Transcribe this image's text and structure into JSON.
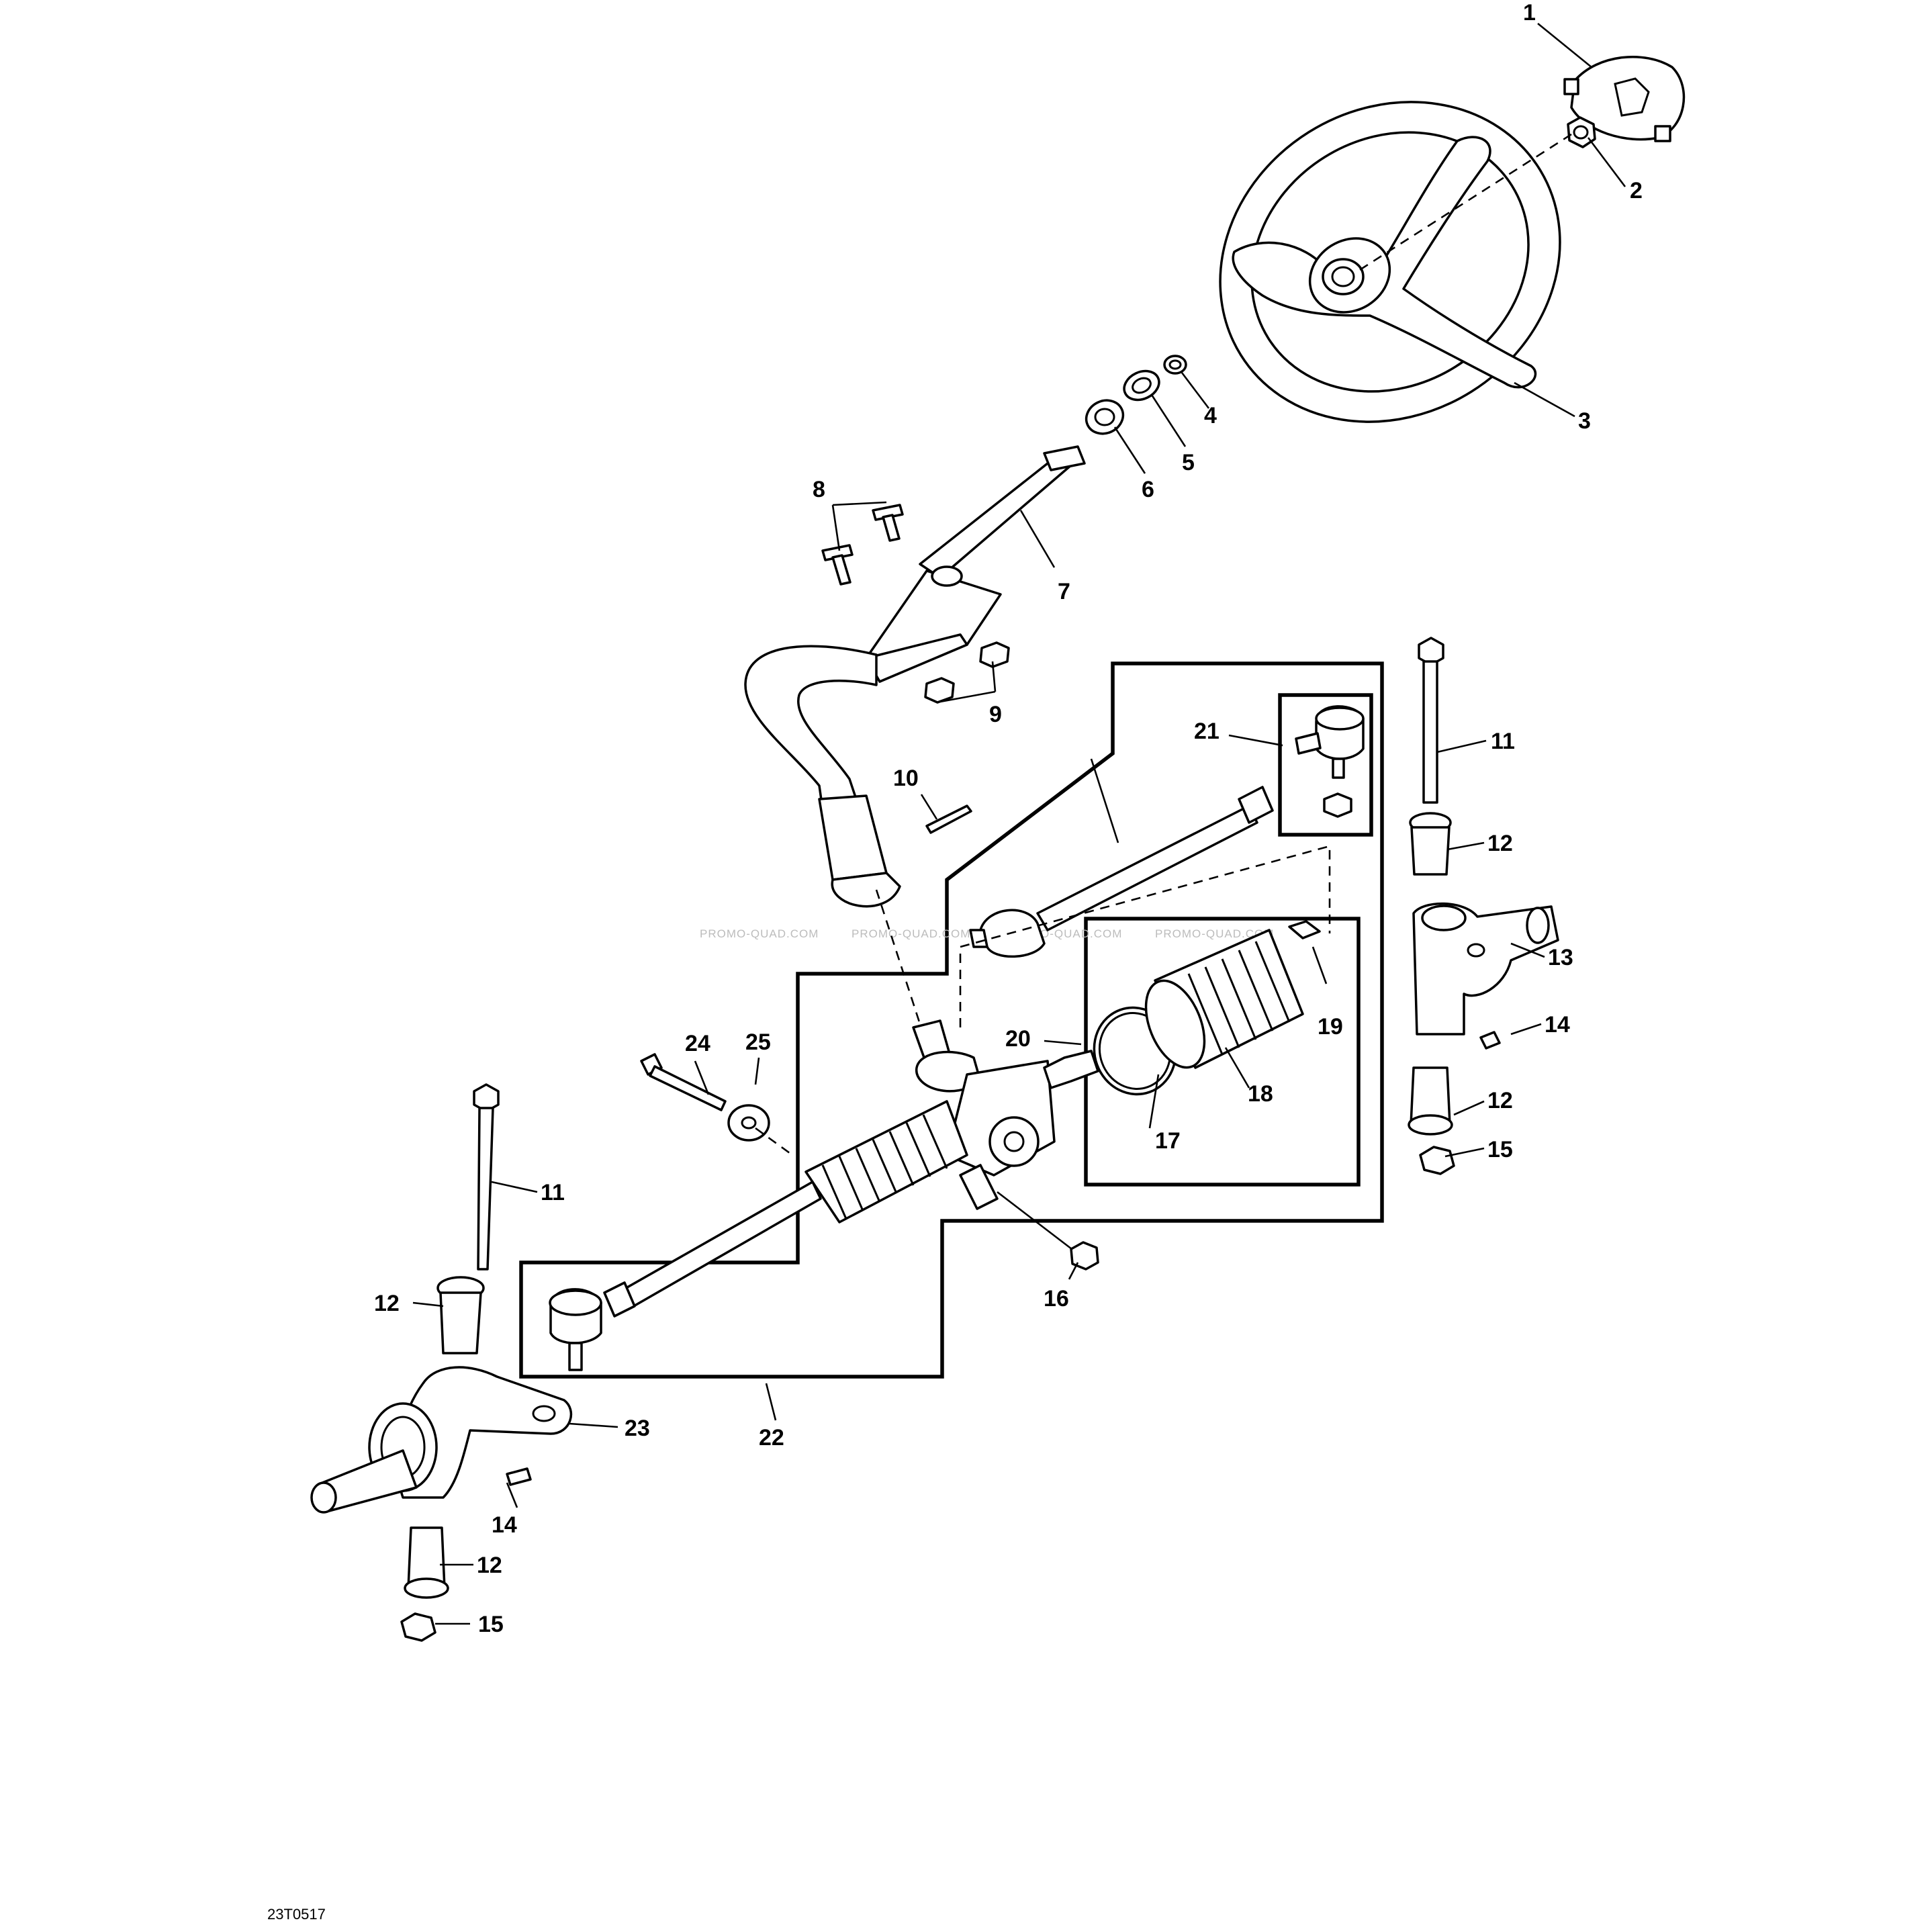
{
  "callouts": [
    {
      "id": "c1",
      "label": "1"
    },
    {
      "id": "c2",
      "label": "2"
    },
    {
      "id": "c3",
      "label": "3"
    },
    {
      "id": "c4",
      "label": "4"
    },
    {
      "id": "c5",
      "label": "5"
    },
    {
      "id": "c6",
      "label": "6"
    },
    {
      "id": "c7",
      "label": "7"
    },
    {
      "id": "c8",
      "label": "8"
    },
    {
      "id": "c9",
      "label": "9"
    },
    {
      "id": "c10",
      "label": "10"
    },
    {
      "id": "c11a",
      "label": "11"
    },
    {
      "id": "c11b",
      "label": "11"
    },
    {
      "id": "c12a",
      "label": "12"
    },
    {
      "id": "c12b",
      "label": "12"
    },
    {
      "id": "c12c",
      "label": "12"
    },
    {
      "id": "c12d",
      "label": "12"
    },
    {
      "id": "c13",
      "label": "13"
    },
    {
      "id": "c14a",
      "label": "14"
    },
    {
      "id": "c14b",
      "label": "14"
    },
    {
      "id": "c15a",
      "label": "15"
    },
    {
      "id": "c15b",
      "label": "15"
    },
    {
      "id": "c16",
      "label": "16"
    },
    {
      "id": "c17",
      "label": "17"
    },
    {
      "id": "c18",
      "label": "18"
    },
    {
      "id": "c19",
      "label": "19"
    },
    {
      "id": "c20",
      "label": "20"
    },
    {
      "id": "c21",
      "label": "21"
    },
    {
      "id": "c22",
      "label": "22"
    },
    {
      "id": "c23",
      "label": "23"
    },
    {
      "id": "c24",
      "label": "24"
    },
    {
      "id": "c25",
      "label": "25"
    }
  ],
  "watermark": [
    "PROMO-QUAD.COM",
    "PROMO-QUAD.COM",
    "PROMO-QUAD.COM",
    "PROMO-QUAD.COM"
  ],
  "figure_code": "23T0517"
}
